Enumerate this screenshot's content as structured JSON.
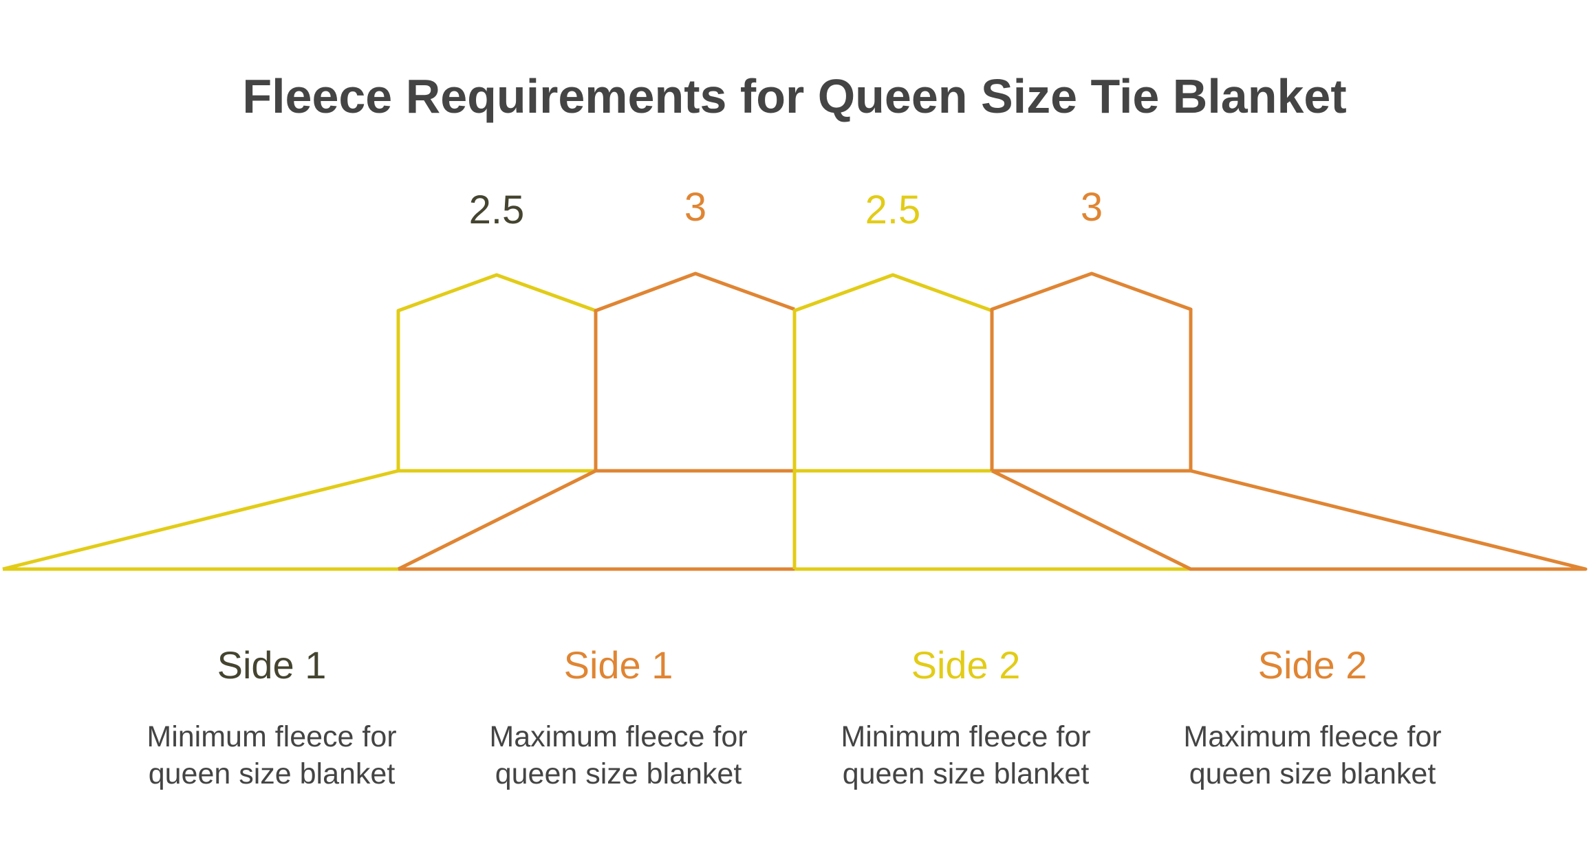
{
  "title": "Fleece Requirements for Queen Size Tie Blanket",
  "colors": {
    "yellow": "#E2CC17",
    "orange": "#E08533",
    "dark": "#444430",
    "text": "#444444"
  },
  "items": [
    {
      "value": "2.5",
      "label": "Side 1",
      "description": "Minimum fleece for queen size blanket",
      "color": "#444430",
      "stroke": "#E2CC17"
    },
    {
      "value": "3",
      "label": "Side 1",
      "description": "Maximum fleece for queen size blanket",
      "color": "#E08533",
      "stroke": "#E08533"
    },
    {
      "value": "2.5",
      "label": "Side 2",
      "description": "Minimum fleece for queen size blanket",
      "color": "#E2CC17",
      "stroke": "#E2CC17"
    },
    {
      "value": "3",
      "label": "Side 2",
      "description": "Maximum fleece for queen size blanket",
      "color": "#E08533",
      "stroke": "#E08533"
    }
  ]
}
